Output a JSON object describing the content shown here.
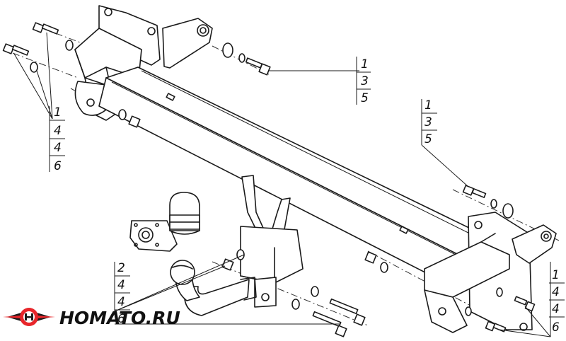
{
  "logo": {
    "text": "HOMATO.RU",
    "colors": {
      "accent": "#e8262b",
      "dark": "#1a1a1a"
    }
  },
  "callouts": [
    {
      "id": "callout-top-right",
      "items": [
        "1",
        "3",
        "5"
      ]
    },
    {
      "id": "callout-top-left",
      "items": [
        "1",
        "4",
        "4",
        "6"
      ]
    },
    {
      "id": "callout-mid-right",
      "items": [
        "1",
        "3",
        "5"
      ]
    },
    {
      "id": "callout-bottom-left",
      "items": [
        "2",
        "4",
        "4",
        "6"
      ]
    },
    {
      "id": "callout-bottom-right",
      "items": [
        "1",
        "4",
        "4",
        "6"
      ]
    }
  ]
}
